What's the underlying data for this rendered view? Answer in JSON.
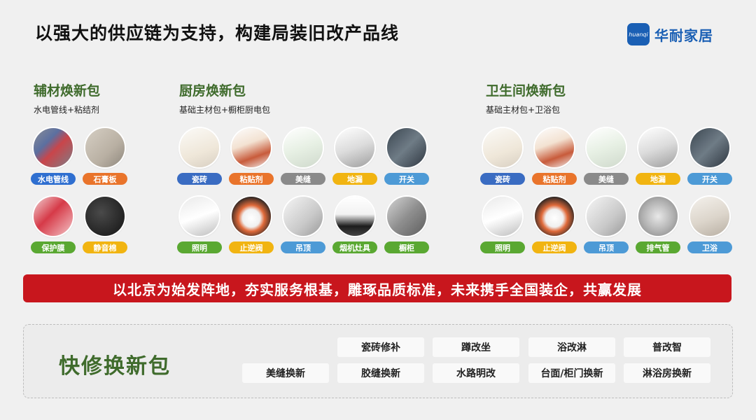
{
  "header": {
    "title": "以强大的供应链为支持，构建局装旧改产品线",
    "logo_mark": "huanqi",
    "logo_text": "华耐家居",
    "brand_color": "#1a5fb4"
  },
  "packages": [
    {
      "title": "辅材焕新包",
      "subtitle": "水电管线+粘结剂",
      "items": [
        {
          "label": "水电管线",
          "color": "#2f6fd0"
        },
        {
          "label": "石膏板",
          "color": "#e9742b"
        },
        {
          "label": "保护膜",
          "color": "#5aa832"
        },
        {
          "label": "静音棉",
          "color": "#f1b411"
        }
      ]
    },
    {
      "title": "厨房焕新包",
      "subtitle": "基础主材包+橱柜厨电包",
      "items": [
        {
          "label": "瓷砖",
          "color": "#3a6cc2"
        },
        {
          "label": "粘贴剂",
          "color": "#e9742b"
        },
        {
          "label": "美缝",
          "color": "#8a8a8a"
        },
        {
          "label": "地漏",
          "color": "#f1b411"
        },
        {
          "label": "开关",
          "color": "#4d9ad6"
        },
        {
          "label": "照明",
          "color": "#5aa832"
        },
        {
          "label": "止逆阀",
          "color": "#f1b411"
        },
        {
          "label": "吊顶",
          "color": "#4d9ad6"
        },
        {
          "label": "烟机灶具",
          "color": "#5aa832"
        },
        {
          "label": "橱柜",
          "color": "#5aa832"
        }
      ]
    },
    {
      "title": "卫生间焕新包",
      "subtitle": "基础主材包+卫浴包",
      "items": [
        {
          "label": "瓷砖",
          "color": "#3a6cc2"
        },
        {
          "label": "粘贴剂",
          "color": "#e9742b"
        },
        {
          "label": "美缝",
          "color": "#8a8a8a"
        },
        {
          "label": "地漏",
          "color": "#f1b411"
        },
        {
          "label": "开关",
          "color": "#4d9ad6"
        },
        {
          "label": "照明",
          "color": "#5aa832"
        },
        {
          "label": "止逆阀",
          "color": "#f1b411"
        },
        {
          "label": "吊顶",
          "color": "#4d9ad6"
        },
        {
          "label": "排气管",
          "color": "#5aa832"
        },
        {
          "label": "卫浴",
          "color": "#4d9ad6"
        }
      ]
    }
  ],
  "banner": {
    "text": "以北京为始发阵地，夯实服务根基，雕琢品质标准，未来携手全国装企，共赢发展",
    "color": "#c8161d"
  },
  "quick_repair": {
    "title": "快修换新包",
    "row1": [
      "瓷砖修补",
      "蹲改坐",
      "浴改淋",
      "普改智"
    ],
    "row2": [
      "美缝换新",
      "胶缝换新",
      "水路明改",
      "台面/柜门换新",
      "淋浴房换新"
    ]
  }
}
